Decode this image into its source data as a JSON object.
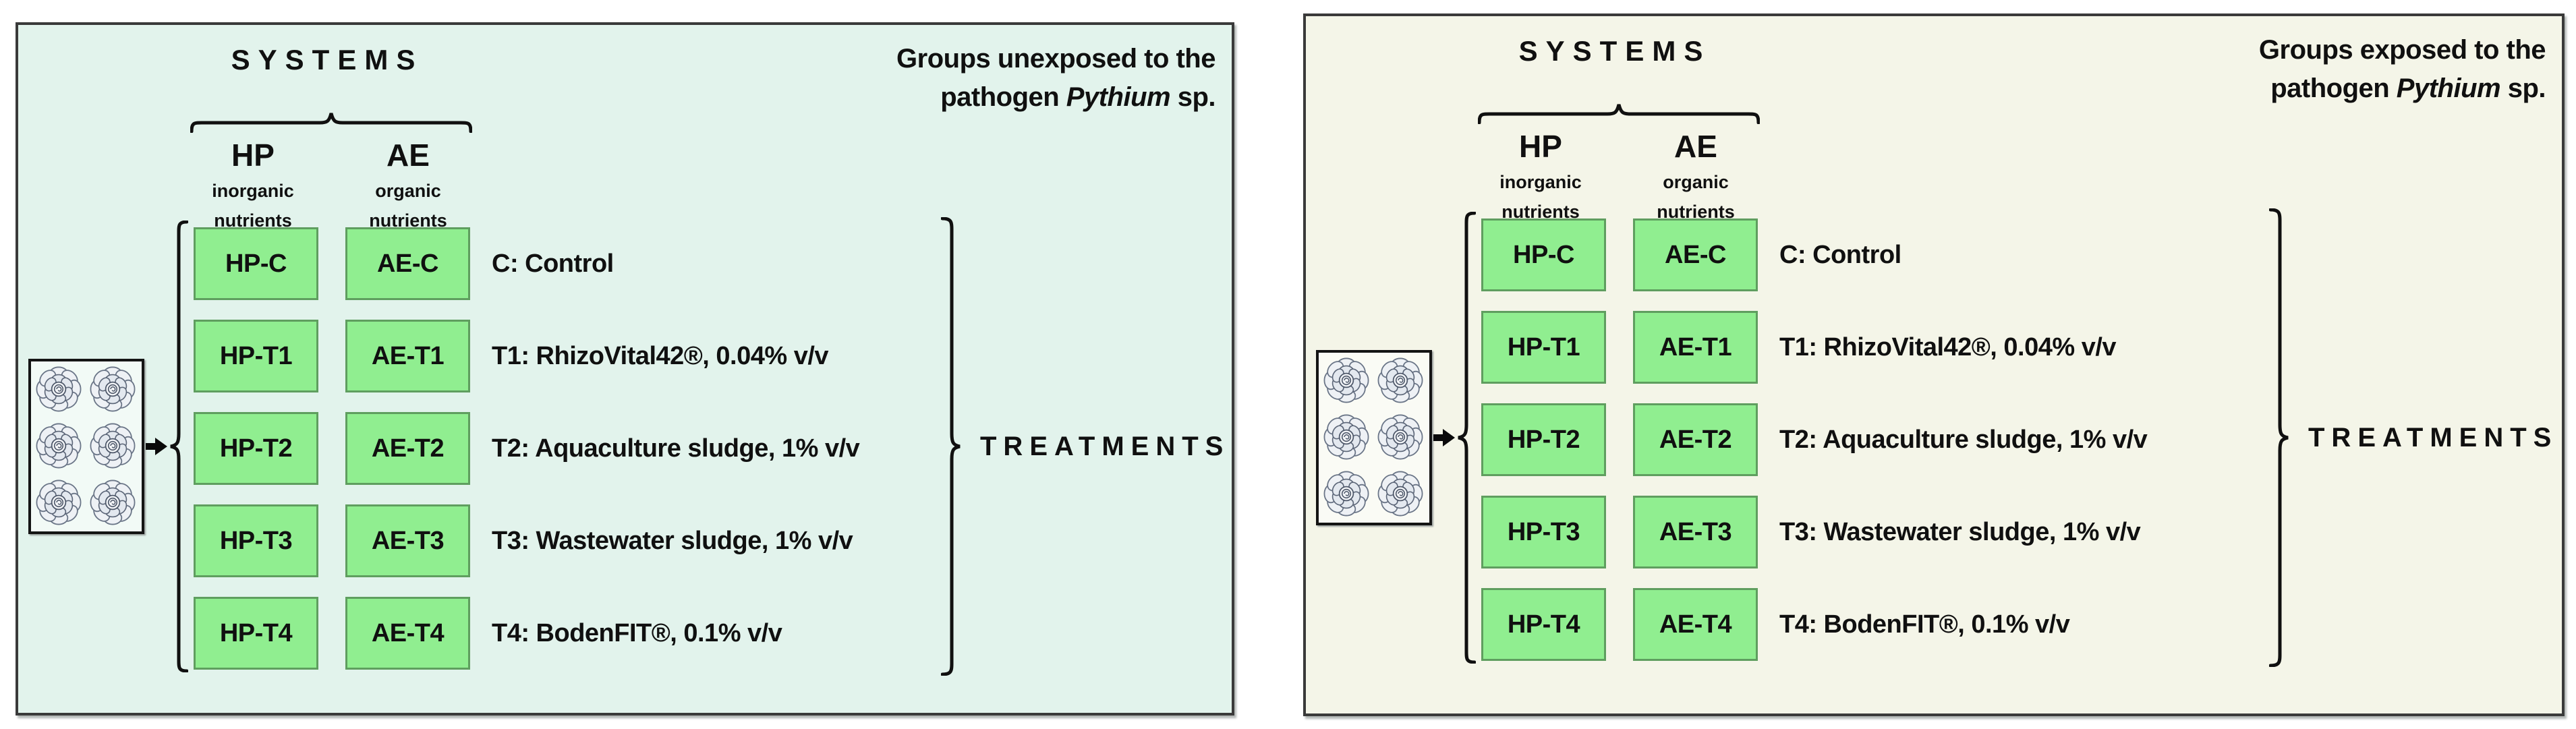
{
  "colors": {
    "left_panel_background": "#e2f3ec",
    "right_panel_background": "#f4f5e8",
    "treatment_box_fill": "#90ee90",
    "treatment_box_border": "#5f9e5f",
    "panel_border": "#3a3a3a",
    "text": "#101010"
  },
  "icons": {
    "plant_icon": "lettuce-rosette-icon",
    "arrow_icon": "right-arrow-icon",
    "brace_icons": [
      "over-brace-icon",
      "left-curly-brace-icon",
      "right-curly-brace-icon"
    ]
  },
  "panels": [
    {
      "caption_line1": "Groups unexposed to the",
      "caption_line2_prefix": "pathogen ",
      "caption_line2_italic": "Pythium",
      "caption_line2_suffix": " sp.",
      "systems_label": "SYSTEMS",
      "treatments_label": "TREATMENTS",
      "columns": [
        {
          "code": "HP",
          "sub_line1": "inorganic",
          "sub_line2": "nutrients"
        },
        {
          "code": "AE",
          "sub_line1": "organic",
          "sub_line2": "nutrients"
        }
      ],
      "rows": [
        {
          "hp": "HP-C",
          "ae": "AE-C",
          "desc": "C: Control"
        },
        {
          "hp": "HP-T1",
          "ae": "AE-T1",
          "desc": "T1: RhizoVital42®, 0.04% v/v"
        },
        {
          "hp": "HP-T2",
          "ae": "AE-T2",
          "desc": "T2: Aquaculture sludge, 1% v/v"
        },
        {
          "hp": "HP-T3",
          "ae": "AE-T3",
          "desc": "T3: Wastewater sludge, 1% v/v"
        },
        {
          "hp": "HP-T4",
          "ae": "AE-T4",
          "desc": "T4: BodenFIT®, 0.1% v/v"
        }
      ],
      "colors": {
        "background": "#e2f3ec"
      }
    },
    {
      "caption_line1": "Groups exposed to the",
      "caption_line2_prefix": "pathogen ",
      "caption_line2_italic": "Pythium",
      "caption_line2_suffix": " sp.",
      "systems_label": "SYSTEMS",
      "treatments_label": "TREATMENTS",
      "columns": [
        {
          "code": "HP",
          "sub_line1": "inorganic",
          "sub_line2": "nutrients"
        },
        {
          "code": "AE",
          "sub_line1": "organic",
          "sub_line2": "nutrients"
        }
      ],
      "rows": [
        {
          "hp": "HP-C",
          "ae": "AE-C",
          "desc": "C: Control"
        },
        {
          "hp": "HP-T1",
          "ae": "AE-T1",
          "desc": "T1: RhizoVital42®, 0.04% v/v"
        },
        {
          "hp": "HP-T2",
          "ae": "AE-T2",
          "desc": "T2: Aquaculture sludge, 1% v/v"
        },
        {
          "hp": "HP-T3",
          "ae": "AE-T3",
          "desc": "T3: Wastewater sludge, 1% v/v"
        },
        {
          "hp": "HP-T4",
          "ae": "AE-T4",
          "desc": "T4: BodenFIT®, 0.1% v/v"
        }
      ],
      "colors": {
        "background": "#f4f5e8"
      }
    }
  ]
}
